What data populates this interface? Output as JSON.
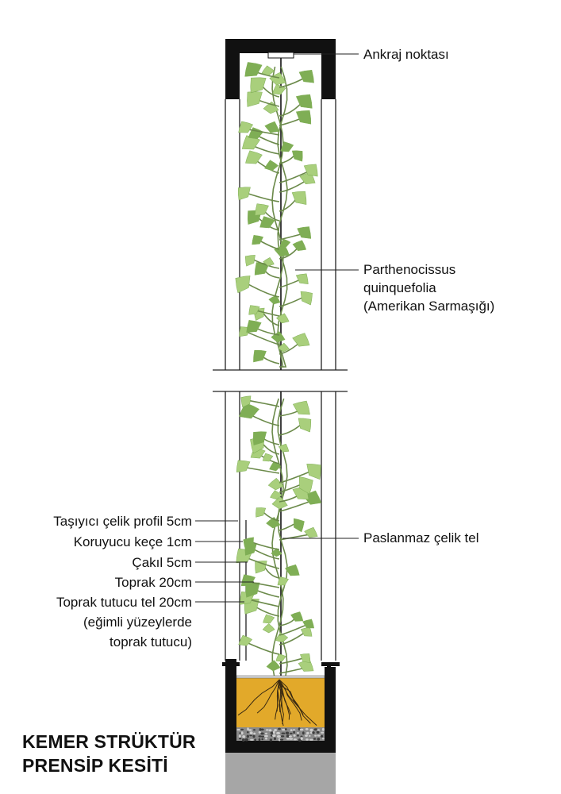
{
  "labels": {
    "anchor": "Ankraj noktası",
    "plant_line1": "Parthenocissus",
    "plant_line2": "quinquefolia",
    "plant_line3": "(Amerikan Sarmaşığı)",
    "wire": "Paslanmaz çelik tel",
    "profile": "Taşıyıcı çelik profil 5cm",
    "felt": "Koruyucu keçe 1cm",
    "gravel": "Çakıl 5cm",
    "soil": "Toprak 20cm",
    "soil_wire_line1": "Toprak tutucu tel 20cm",
    "soil_wire_line2": "(eğimli yüzeylerde",
    "soil_wire_line3": "toprak tutucu)"
  },
  "title": {
    "line1": "KEMER STRÜKTÜR",
    "line2": "PRENSİP KESİTİ"
  },
  "colors": {
    "steel": "#111111",
    "leaf": "#a9cf7c",
    "leaf_dark": "#7fae55",
    "stem": "#6b8a4a",
    "soil": "#e2a92a",
    "gravel": "#8a8a8a",
    "ground": "#a6a6a6"
  }
}
